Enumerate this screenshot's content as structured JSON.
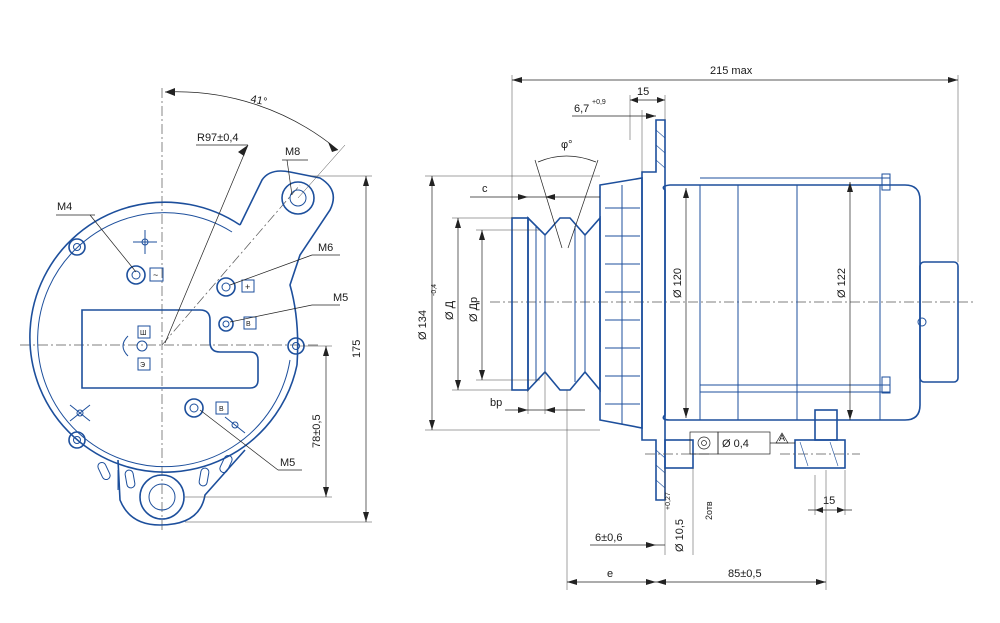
{
  "drawing": {
    "left_view": {
      "angle": "41°",
      "radius": "R97±0,4",
      "thread_m8": "M8",
      "thread_m4": "M4",
      "thread_m6": "M6",
      "thread_m5_top": "M5",
      "thread_m5_bottom": "M5",
      "dim_175": "175",
      "dim_78": "78±0,5",
      "terminal_tilde": "~",
      "terminal_plus": "+",
      "terminal_v": "В",
      "terminal_b": "В",
      "terminal_sh": "Ш",
      "terminal_e": "Э"
    },
    "right_view": {
      "dim_215": "215 max",
      "dim_15_top": "15",
      "dim_67": "6,7",
      "dim_67_tol": "+0,9",
      "angle_phi": "φ°",
      "dim_c": "c",
      "dim_134": "Ø 134",
      "dim_134_tol": "-0,4",
      "dim_d": "Ø Д",
      "dim_dr": "Ø Др",
      "dim_bp": "bp",
      "dim_120": "Ø 120",
      "dim_122": "Ø 122",
      "runout": "Ø 0,4",
      "runout_ref": "А",
      "dim_15_bottom": "15",
      "dim_6": "6±0,6",
      "dim_10": "Ø 10,5",
      "dim_10_tol": "+0,27",
      "holes": "2отв",
      "dim_e": "e",
      "dim_85": "85±0,5"
    }
  },
  "colors": {
    "part": "#1d4f9c",
    "dimension": "#222222"
  }
}
